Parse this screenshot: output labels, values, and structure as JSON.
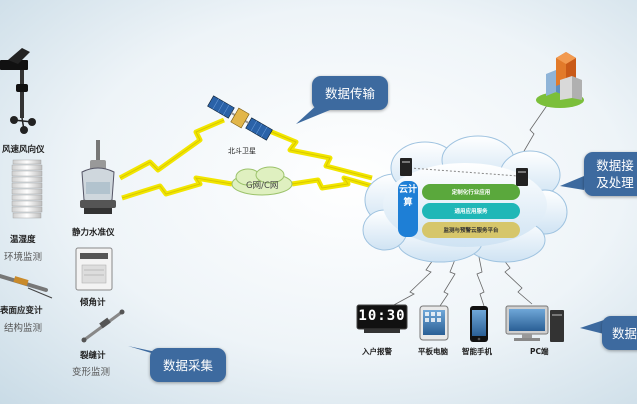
{
  "sensors": {
    "wind": "风速风向仪",
    "temp_humidity": "温湿度",
    "strain": "表面应变计",
    "level": "静力水准仪",
    "tilt": "倾角计",
    "crack": "裂缝计"
  },
  "groups": {
    "environment": "环境监测",
    "structure": "结构监测",
    "deformation": "变形监测"
  },
  "transmission": {
    "satellite": "北斗卫星",
    "network": "G网/C网"
  },
  "bubbles": {
    "collect": "数据采集",
    "transfer": "数据传输",
    "receive_line1": "数据接",
    "receive_line2": "及处理",
    "publish": "数据"
  },
  "cloud": {
    "vertical_label": "云计算",
    "layers": [
      "定制化行业应用",
      "通用应用服务",
      "监测与预警云服务平台"
    ]
  },
  "terminals": {
    "alarm": "入户报警",
    "tablet": "平板电脑",
    "phone": "智能手机",
    "pc": "PC端",
    "clock_display": "10:30"
  },
  "colors": {
    "bubble": "#3d6a9f",
    "pill_green": "#5aa83c",
    "pill_teal": "#1fb7b7",
    "pill_yellow": "#d6c66a",
    "cloud_label": "#1e7fd6"
  }
}
